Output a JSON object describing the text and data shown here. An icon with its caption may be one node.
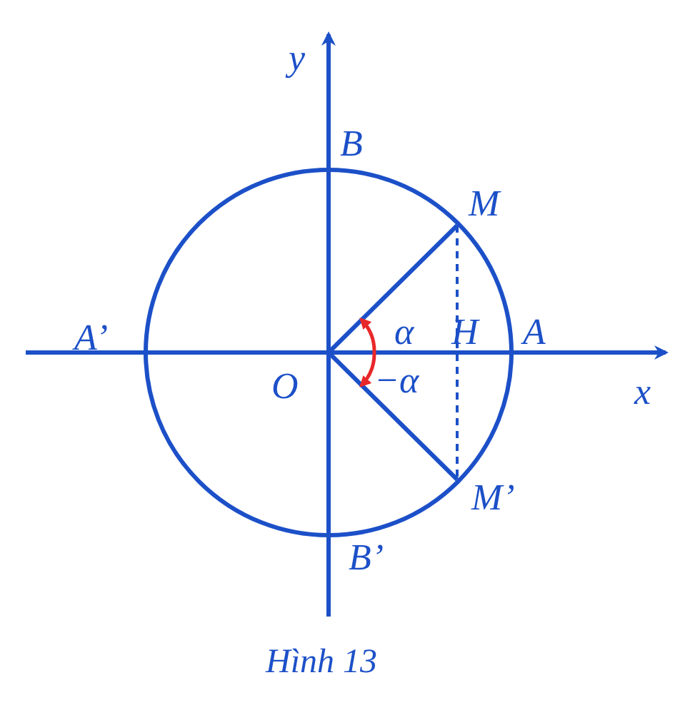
{
  "diagram": {
    "caption": "Hình 13",
    "labels": [
      "y",
      "B",
      "M",
      "A’",
      "α",
      "H",
      "A",
      "O",
      "−α",
      "x",
      "M’",
      "B’"
    ]
  }
}
